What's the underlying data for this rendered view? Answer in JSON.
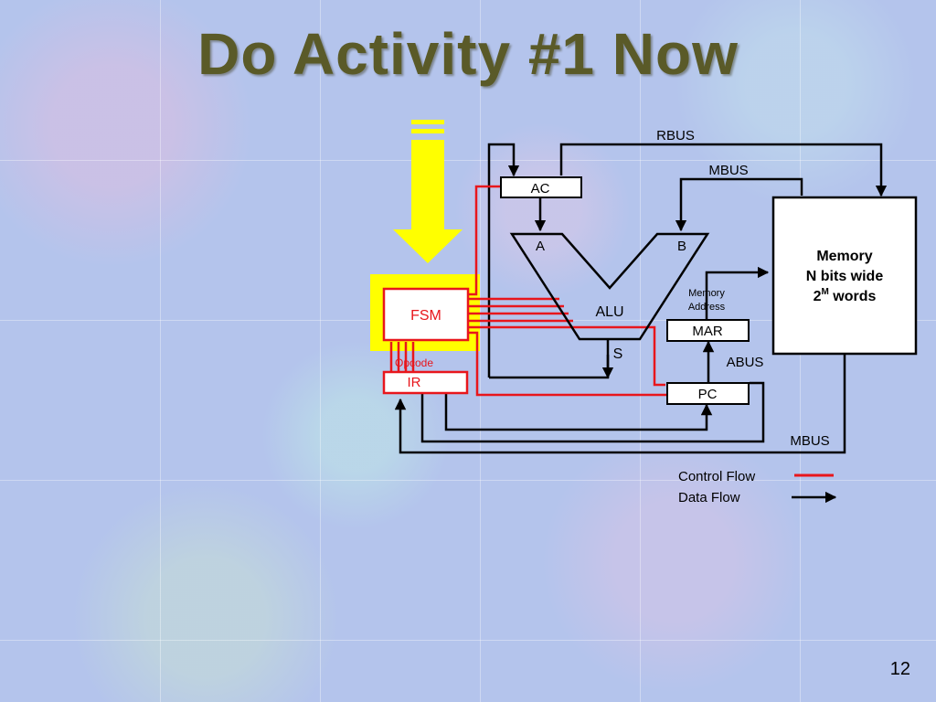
{
  "slide": {
    "title": "Do Activity #1 Now",
    "page_number": "12"
  },
  "diagram": {
    "rbus": "RBUS",
    "mbus_top": "MBUS",
    "mbus_bottom": "MBUS",
    "abus": "ABUS",
    "ac": "AC",
    "alu_in_a": "A",
    "alu_in_b": "B",
    "alu": "ALU",
    "alu_out": "S",
    "mar": "MAR",
    "pc": "PC",
    "fsm": "FSM",
    "opcode": "Opcode",
    "ir": "IR",
    "memory_address_1": "Memory",
    "memory_address_2": "Address",
    "memory_line1": "Memory",
    "memory_line2": "N bits wide",
    "memory_line3_base": "2",
    "memory_line3_sup": "M",
    "memory_line3_rest": " words",
    "legend_control": "Control Flow",
    "legend_data": "Data Flow"
  },
  "colors": {
    "title": "#5a5a28",
    "control_flow": "#e8161c",
    "data_flow": "#000000",
    "highlight": "#ffff00",
    "background": "#b4c4ec"
  }
}
